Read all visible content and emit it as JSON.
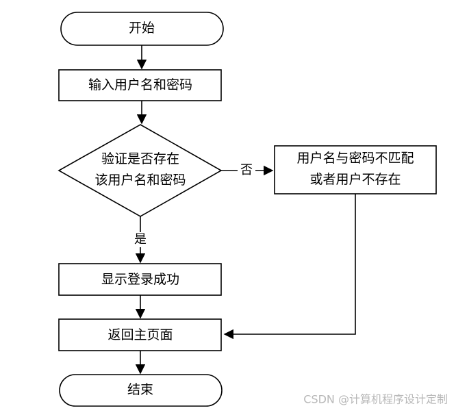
{
  "flowchart": {
    "start": "开始",
    "input": "输入用户名和密码",
    "decision": {
      "line1": "验证是否存在",
      "line2": "该用户名和密码"
    },
    "error": {
      "line1": "用户名与密码不匹配",
      "line2": "或者用户不存在"
    },
    "success": "显示登录成功",
    "return": "返回主页面",
    "end": "结束",
    "label_yes": "是",
    "label_no": "否"
  },
  "watermark": "CSDN @计算机程序设计定制"
}
